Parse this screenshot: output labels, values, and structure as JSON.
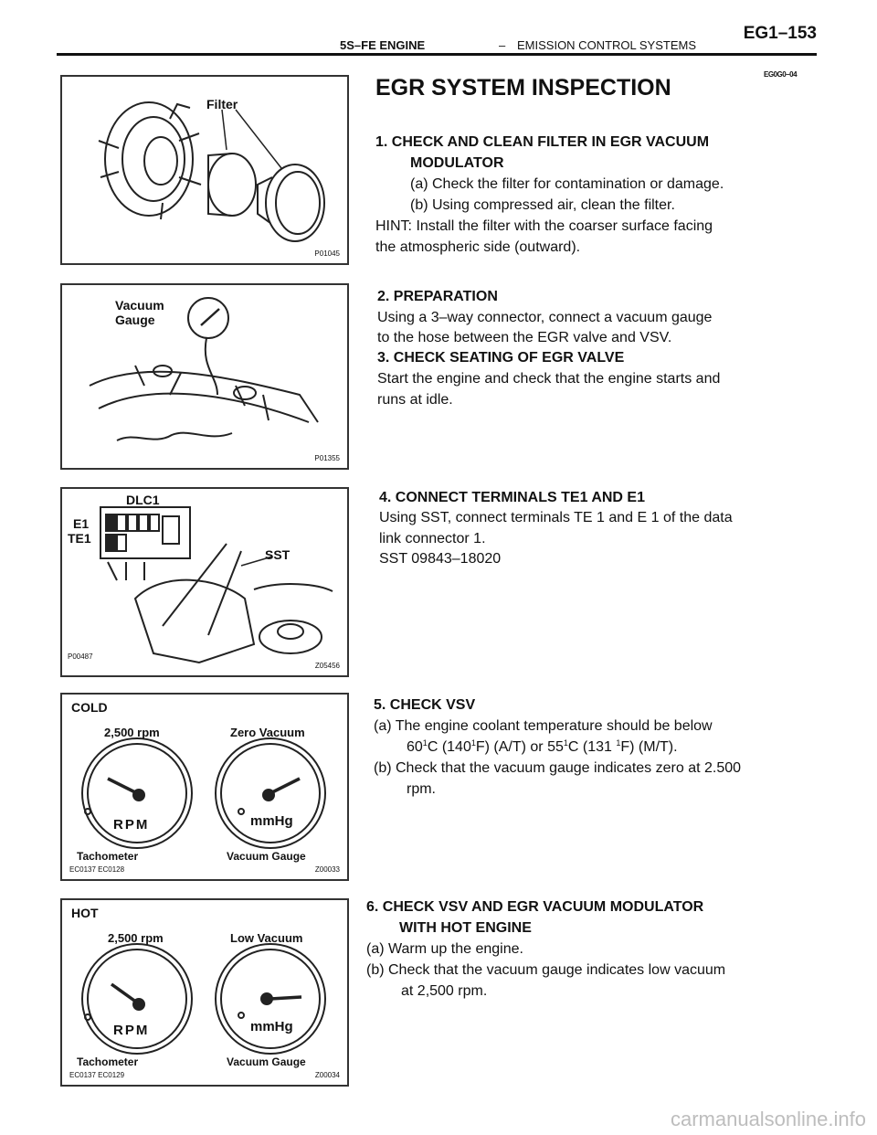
{
  "header": {
    "section": "5S–FE ENGINE",
    "dash": "–",
    "subsection": "EMISSION CONTROL SYSTEMS",
    "page": "EG1–153",
    "code_mark": "EG0G0–04"
  },
  "title": "EGR SYSTEM INSPECTION",
  "figures": {
    "fig1": {
      "label_filter": "Filter",
      "code": "P01045"
    },
    "fig2": {
      "label_vacuum": "Vacuum",
      "label_gauge": "Gauge",
      "code": "P01355"
    },
    "fig3": {
      "label_dlc": "DLC1",
      "label_e1": "E1",
      "label_te1": "TE1",
      "label_sst": "SST",
      "code_left": "P00487",
      "code_right": "Z05456"
    },
    "fig4": {
      "label_state": "COLD",
      "label_rpm": "2,500 rpm",
      "label_vac": "Zero Vacuum",
      "dial_left": "RPM",
      "dial_right": "mmHg",
      "caption_left": "Tachometer",
      "caption_right": "Vacuum Gauge",
      "code_left": "EC0137 EC0128",
      "code_right": "Z00033"
    },
    "fig5": {
      "label_state": "HOT",
      "label_rpm": "2,500 rpm",
      "label_vac": "Low Vacuum",
      "dial_left": "RPM",
      "dial_right": "mmHg",
      "caption_left": "Tachometer",
      "caption_right": "Vacuum Gauge",
      "code_left": "EC0137 EC0129",
      "code_right": "Z00034"
    }
  },
  "steps": {
    "s1": {
      "heading": "1. CHECK AND CLEAN FILTER IN EGR VACUUM",
      "heading_cont": "MODULATOR",
      "a": "(a) Check the filter for contamination or damage.",
      "b": "(b) Using compressed air, clean the filter.",
      "hint1": "HINT: Install the filter with the coarser surface facing",
      "hint2": "the atmospheric side (outward)."
    },
    "s2": {
      "heading": "2. PREPARATION",
      "line1": "Using a 3–way connector, connect a vacuum gauge",
      "line2": "to the hose between the EGR valve and VSV."
    },
    "s3": {
      "heading": "3. CHECK SEATING OF EGR VALVE",
      "line1": "Start the engine and check that the engine starts and",
      "line2": "runs at idle."
    },
    "s4": {
      "heading": "4. CONNECT TERMINALS TE1 AND E1",
      "line1": "Using SST, connect terminals TE 1 and E 1 of the data",
      "line2": "link connector 1.",
      "line3": "SST  09843–18020"
    },
    "s5": {
      "heading": "5. CHECK VSV",
      "a1": "(a) The engine coolant temperature should be below",
      "a2_p1": "60",
      "a2_sup1": "1",
      "a2_p2": "C (140",
      "a2_sup2": "1",
      "a2_p3": "F) (A/T) or 55",
      "a2_sup3": "1",
      "a2_p4": "C (131 ",
      "a2_sup4": "1",
      "a2_p5": "F) (M/T).",
      "b1": "(b) Check that the vacuum gauge indicates zero at 2.500",
      "b2": "rpm."
    },
    "s6": {
      "heading": "6. CHECK VSV AND EGR VACUUM MODULATOR",
      "heading_cont": "WITH HOT ENGINE",
      "a": "(a) Warm up the engine.",
      "b1": "(b) Check that the vacuum gauge indicates low vacuum",
      "b2": "at 2,500 rpm."
    }
  },
  "watermark": "carmanualsonline.info"
}
